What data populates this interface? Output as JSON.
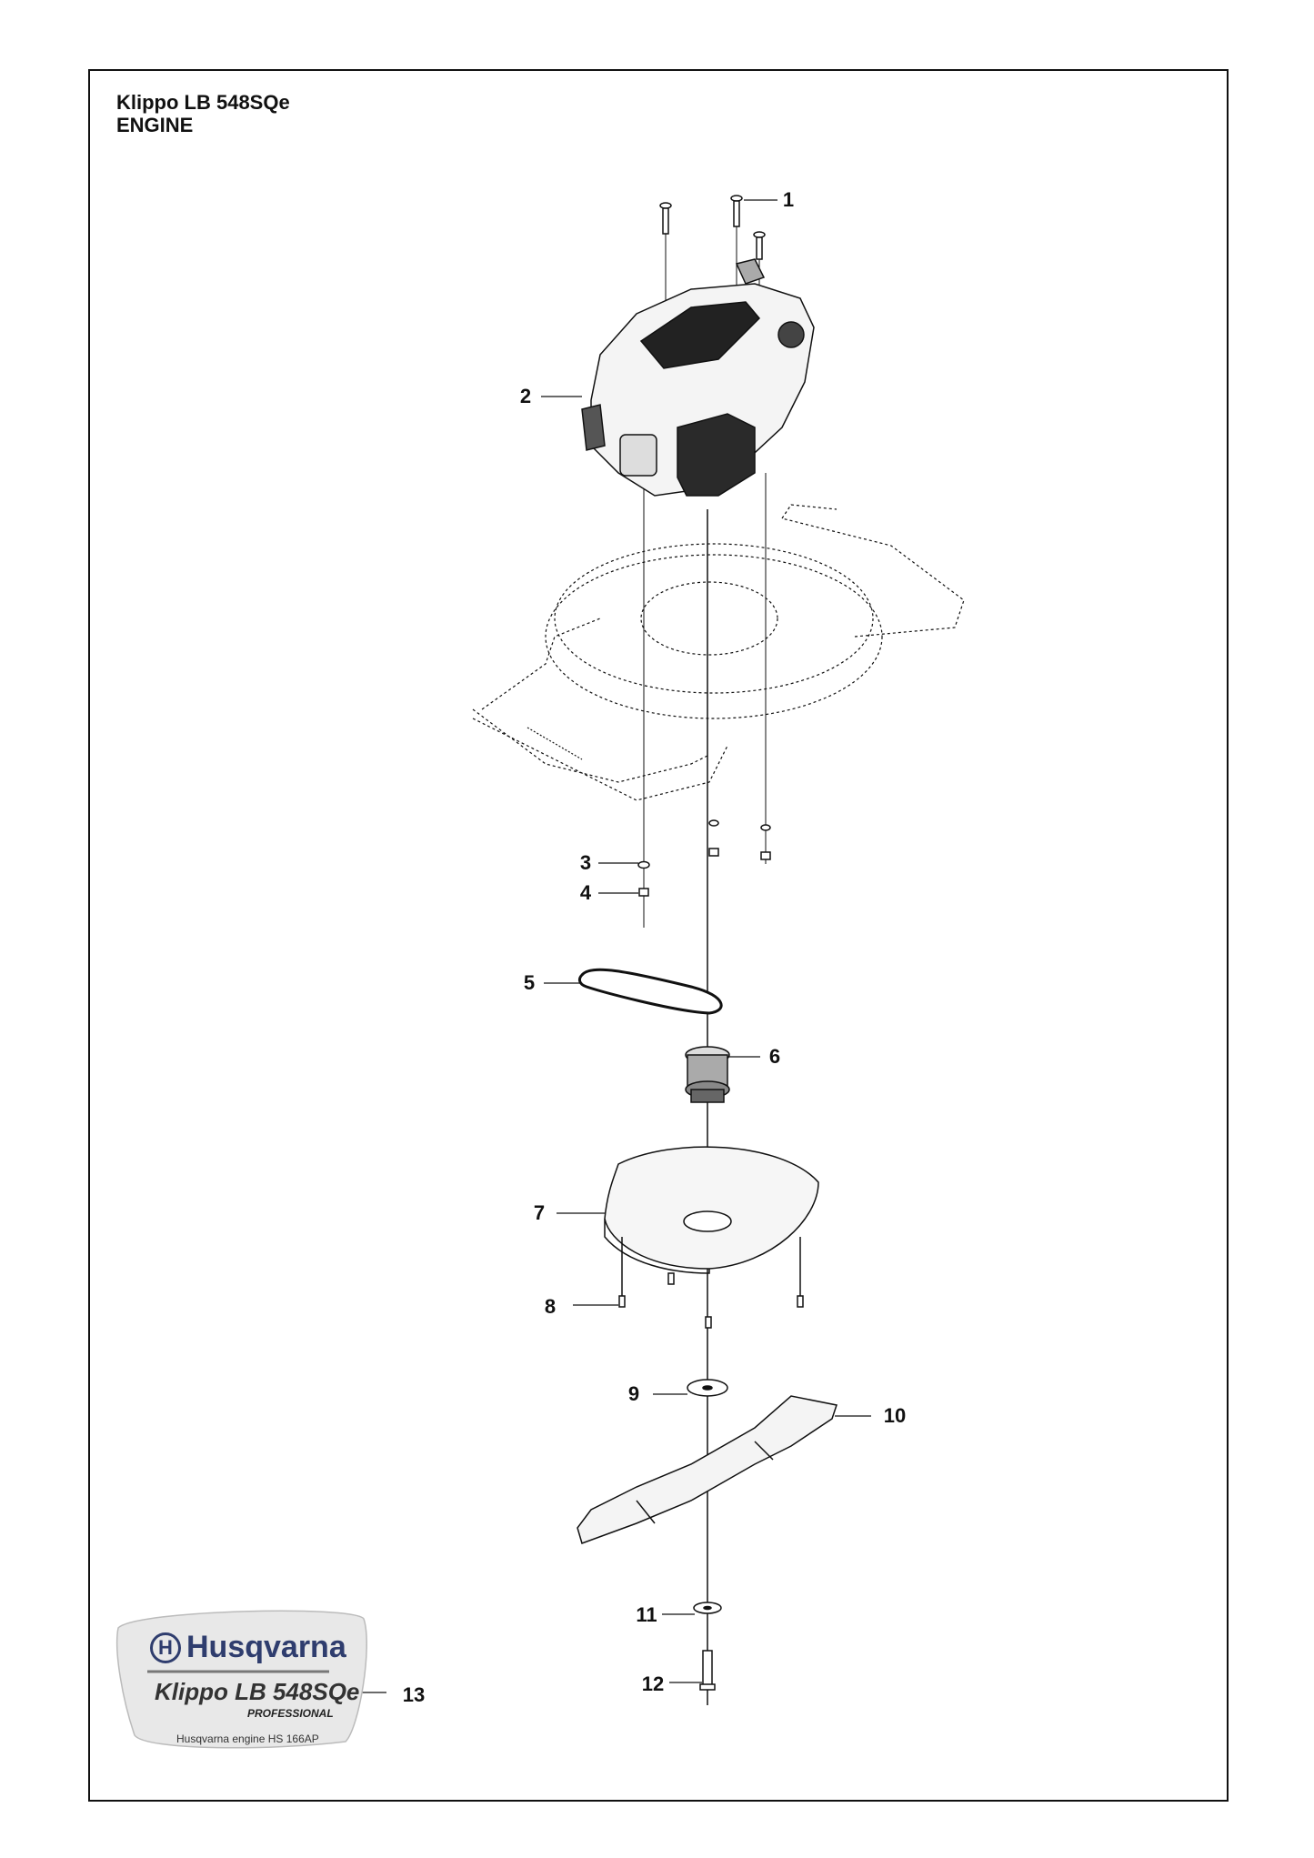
{
  "title": {
    "line1": "Klippo LB 548SQe",
    "line2": "ENGINE"
  },
  "callouts": [
    {
      "id": "1",
      "label": "1"
    },
    {
      "id": "2",
      "label": "2"
    },
    {
      "id": "3",
      "label": "3"
    },
    {
      "id": "4",
      "label": "4"
    },
    {
      "id": "5",
      "label": "5"
    },
    {
      "id": "6",
      "label": "6"
    },
    {
      "id": "7",
      "label": "7"
    },
    {
      "id": "8",
      "label": "8"
    },
    {
      "id": "9",
      "label": "9"
    },
    {
      "id": "10",
      "label": "10"
    },
    {
      "id": "11",
      "label": "11"
    },
    {
      "id": "12",
      "label": "12"
    },
    {
      "id": "13",
      "label": "13"
    }
  ],
  "decal": {
    "brand": "Husqvarna",
    "brand_mark": "H",
    "model": "Klippo LB 548SQe",
    "subtitle": "PROFESSIONAL",
    "engine_note": "Husqvarna engine HS 166AP"
  },
  "colors": {
    "line": "#111111",
    "brand": "#2f3d6e",
    "decal_fill": "#e8e8e8"
  }
}
